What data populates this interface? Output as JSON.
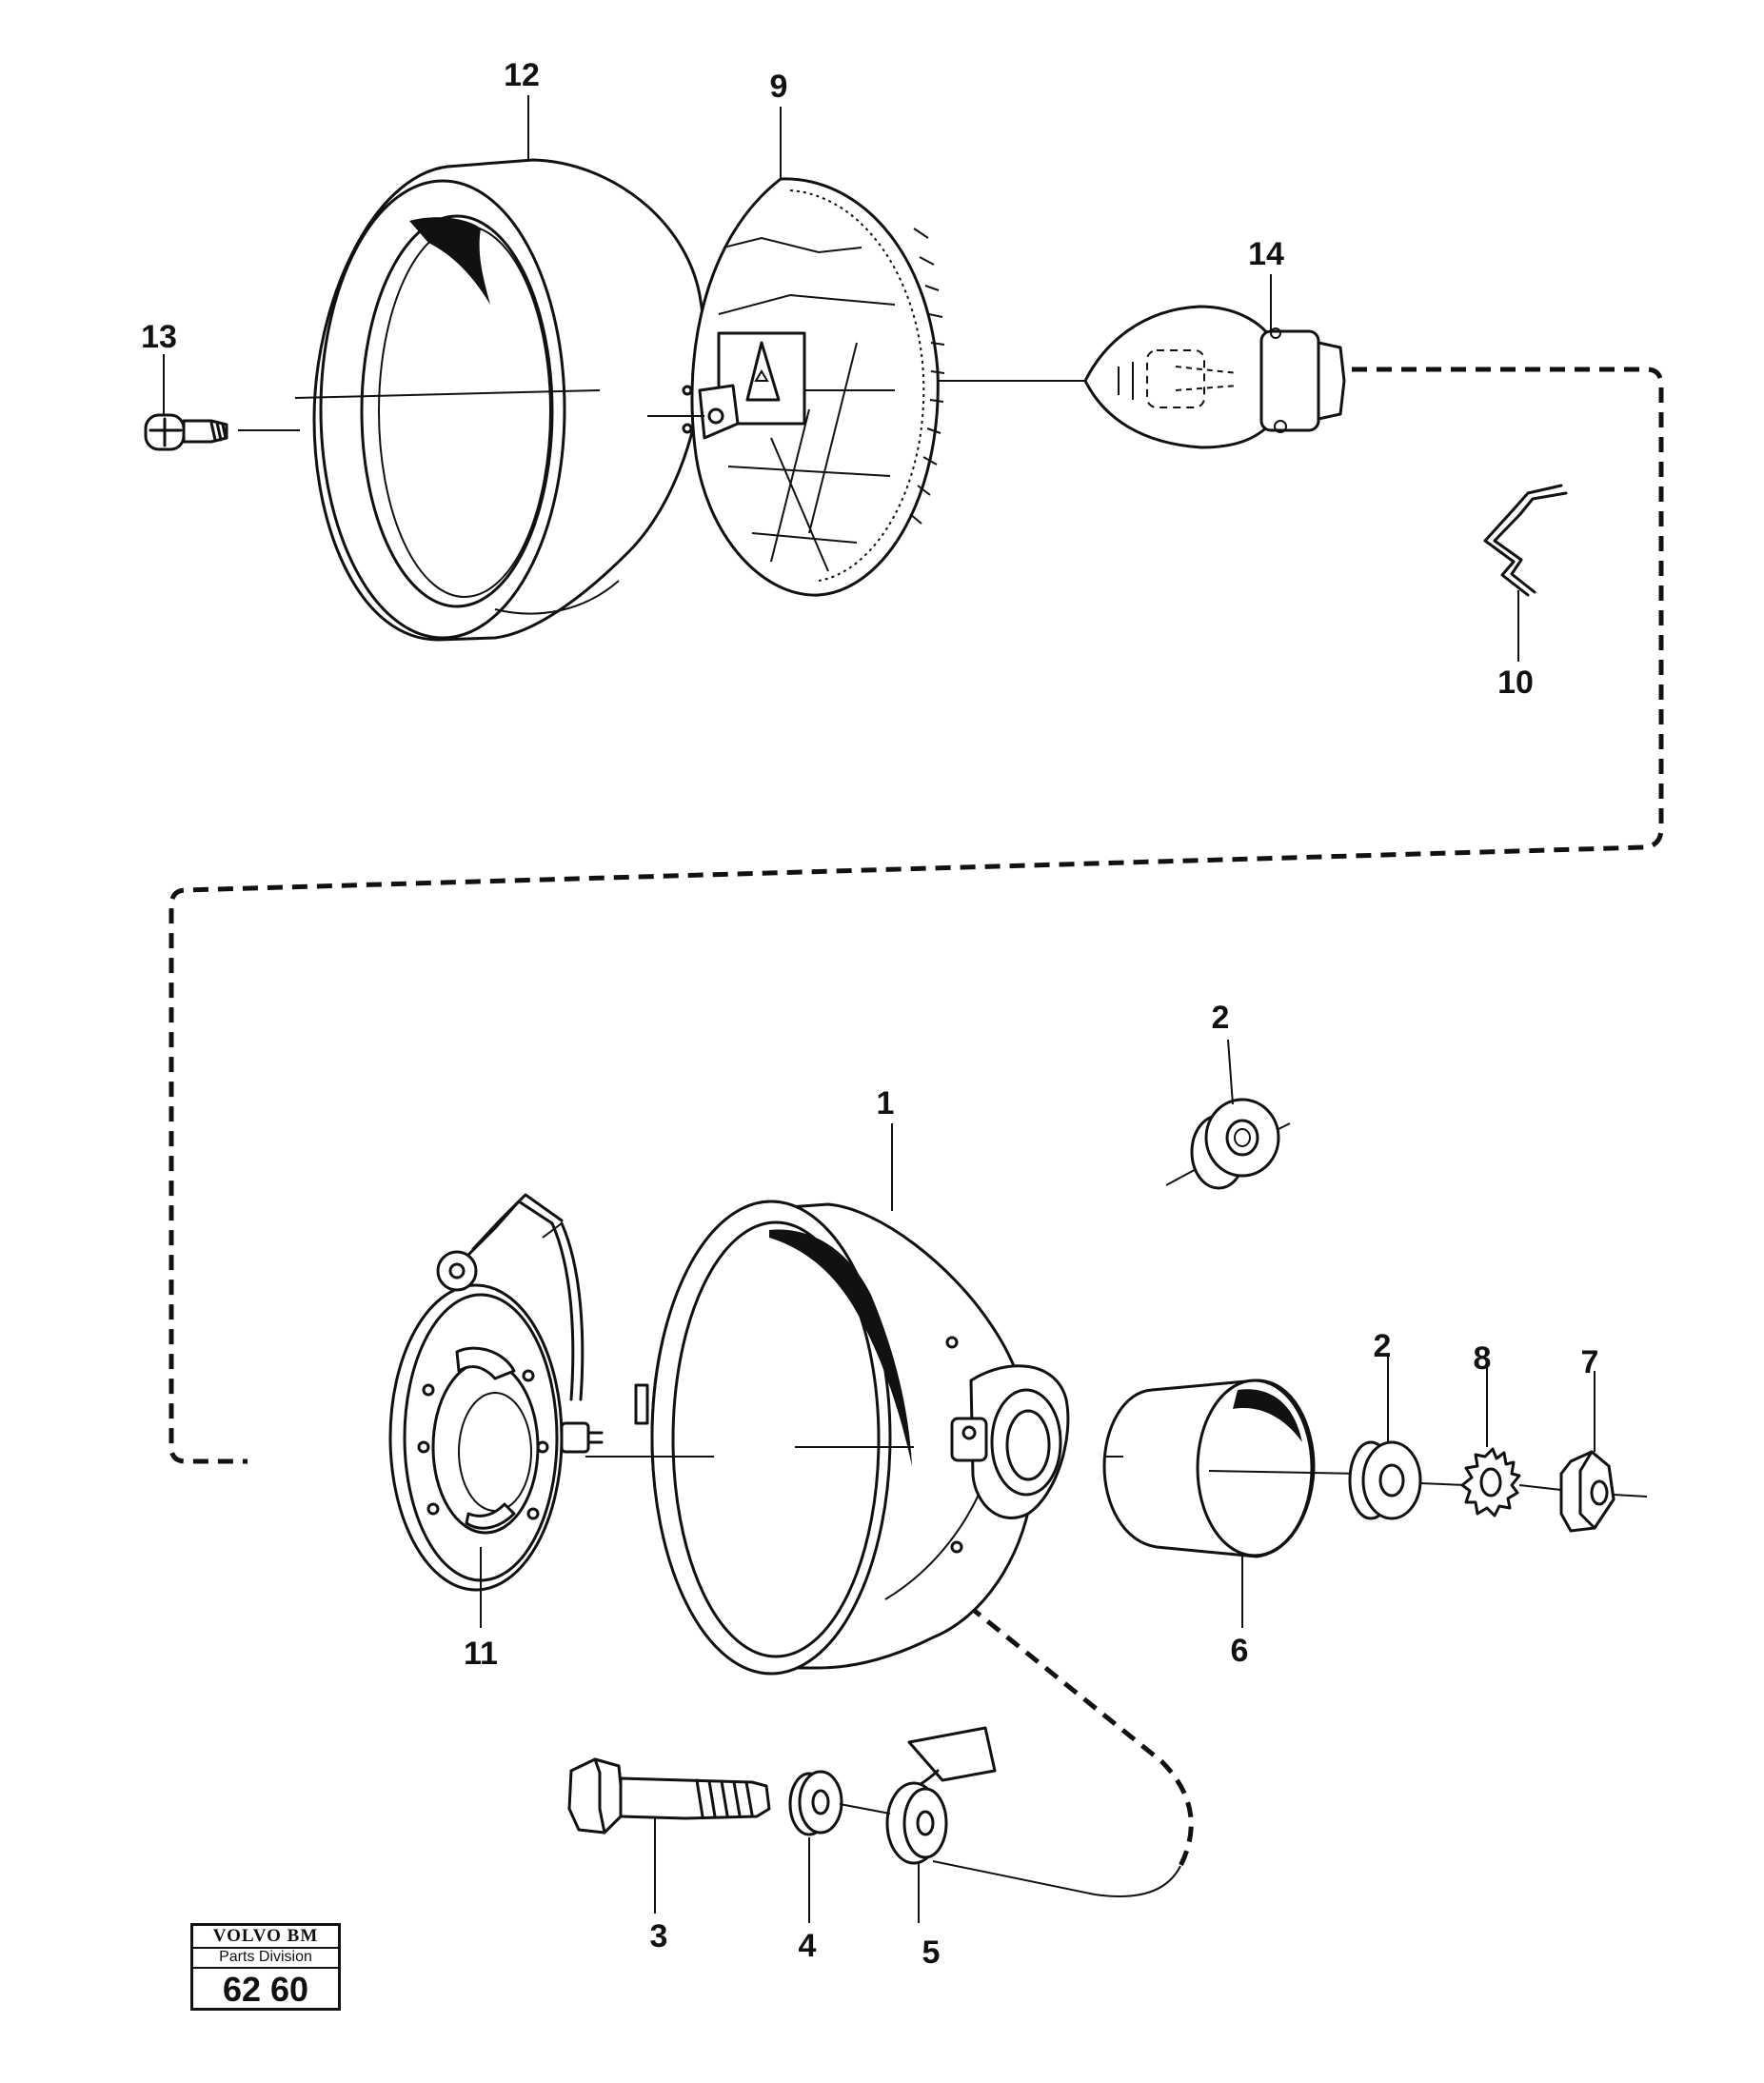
{
  "callouts": {
    "c1": "1",
    "c2a": "2",
    "c2b": "2",
    "c3": "3",
    "c4": "4",
    "c5": "5",
    "c6": "6",
    "c7": "7",
    "c8": "8",
    "c9": "9",
    "c10": "10",
    "c11": "11",
    "c12": "12",
    "c13": "13",
    "c14": "14"
  },
  "stamp": {
    "brand": "VOLVO BM",
    "division": "Parts Division",
    "number": "62 60"
  }
}
